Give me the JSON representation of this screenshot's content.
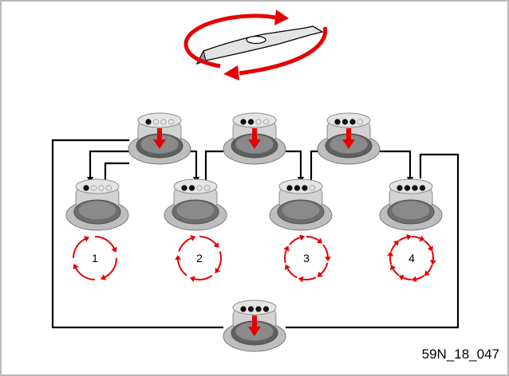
{
  "reference": "59N_18_047",
  "colors": {
    "frame": "#b8b8b8",
    "line": "#000000",
    "arrow_red": "#e60000",
    "button_body": "#d2d2d2",
    "button_cap": "#8a8a8a",
    "dot_on": "#111111",
    "dot_off": "#e6e6e6"
  },
  "icons": {
    "blade": "mower-blade-icon",
    "rotation": "rotation-arrows-icon",
    "press": "press-down-arrow-icon"
  },
  "presses": [
    {
      "lit_dots": 1,
      "dot_total": 4
    },
    {
      "lit_dots": 2,
      "dot_total": 4
    },
    {
      "lit_dots": 3,
      "dot_total": 4
    },
    {
      "lit_dots": 4,
      "dot_total": 4
    }
  ],
  "levels": [
    {
      "label": "1",
      "lit_dots": 1,
      "arrow_count": 4
    },
    {
      "label": "2",
      "lit_dots": 2,
      "arrow_count": 5
    },
    {
      "label": "3",
      "lit_dots": 3,
      "arrow_count": 7
    },
    {
      "label": "4",
      "lit_dots": 4,
      "arrow_count": 10
    }
  ]
}
